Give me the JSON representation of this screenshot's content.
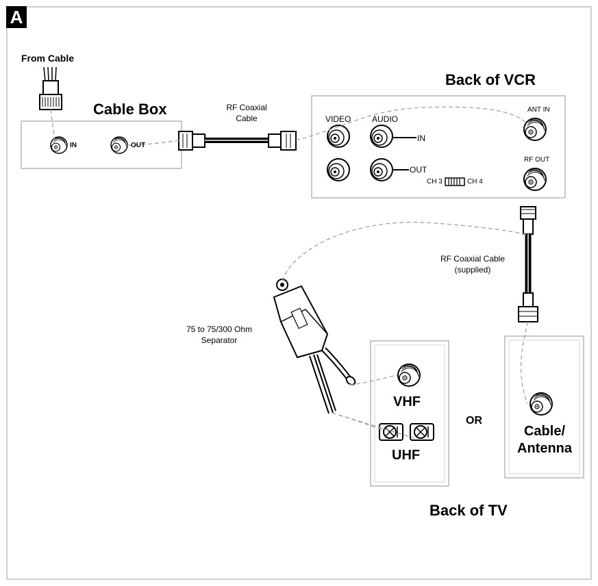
{
  "badge": "A",
  "labels": {
    "from_cable": "From Cable",
    "cable_box": "Cable Box",
    "cable_box_in": "IN",
    "cable_box_out": "OUT",
    "rf_coaxial_top_line1": "RF Coaxial",
    "rf_coaxial_top_line2": "Cable",
    "back_of_vcr": "Back of VCR",
    "vcr_video": "VIDEO",
    "vcr_audio": "AUDIO",
    "vcr_in": "IN",
    "vcr_out": "OUT",
    "vcr_ch3": "CH 3",
    "vcr_ch4": "CH 4",
    "vcr_ant_in": "ANT IN",
    "vcr_rf_out": "RF OUT",
    "rf_coaxial_supplied_line1": "RF Coaxial Cable",
    "rf_coaxial_supplied_line2": "(supplied)",
    "separator_line1": "75 to 75/300 Ohm",
    "separator_line2": "Separator",
    "vhf": "VHF",
    "uhf": "UHF",
    "or": "OR",
    "cable_antenna_line1": "Cable/",
    "cable_antenna_line2": "Antenna",
    "back_of_tv": "Back of TV"
  }
}
